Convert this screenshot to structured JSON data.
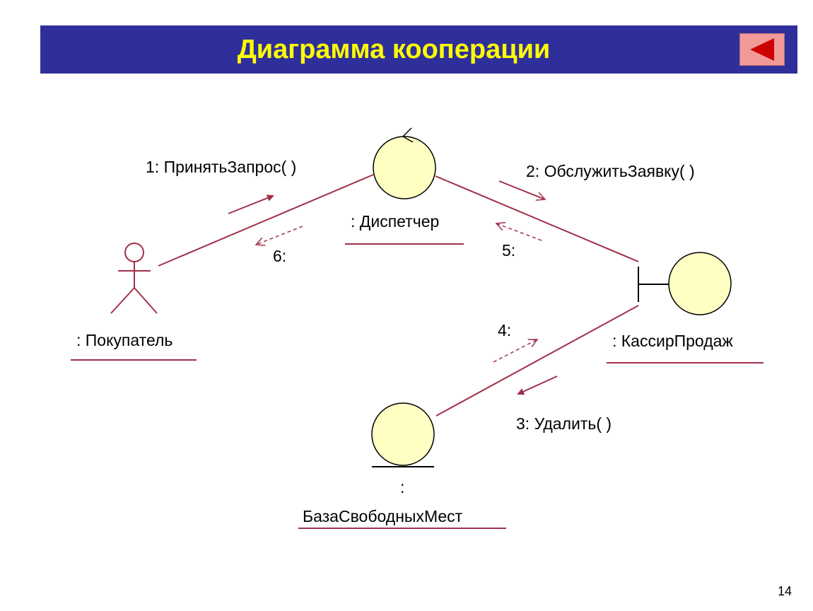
{
  "slide": {
    "title": "Диаграмма кооперации",
    "page_number": "14"
  },
  "colors": {
    "title_bar": "#2f2f9c",
    "title_text": "#ffff00",
    "back_button": "#f29a9a",
    "back_arrow": "#cc0000",
    "link": "#a0304a",
    "object_fill": "#ffffc4"
  },
  "objects": {
    "buyer": ": Покупатель",
    "dispatcher": ": Диспетчер",
    "cashier": ": КассирПродаж",
    "db_colon": ":",
    "db": "БазаСвободныхМест"
  },
  "messages": {
    "m1": "1: ПринятьЗапрос( )",
    "m2": "2: ОбслужитьЗаявку( )",
    "m3": "3: Удалить( )",
    "m4": "4:",
    "m5": "5:",
    "m6": "6:"
  },
  "icons": {
    "back": "back-arrow-icon",
    "actor": "actor-icon",
    "control": "control-object-icon",
    "boundary": "boundary-object-icon",
    "entity": "entity-object-icon"
  }
}
